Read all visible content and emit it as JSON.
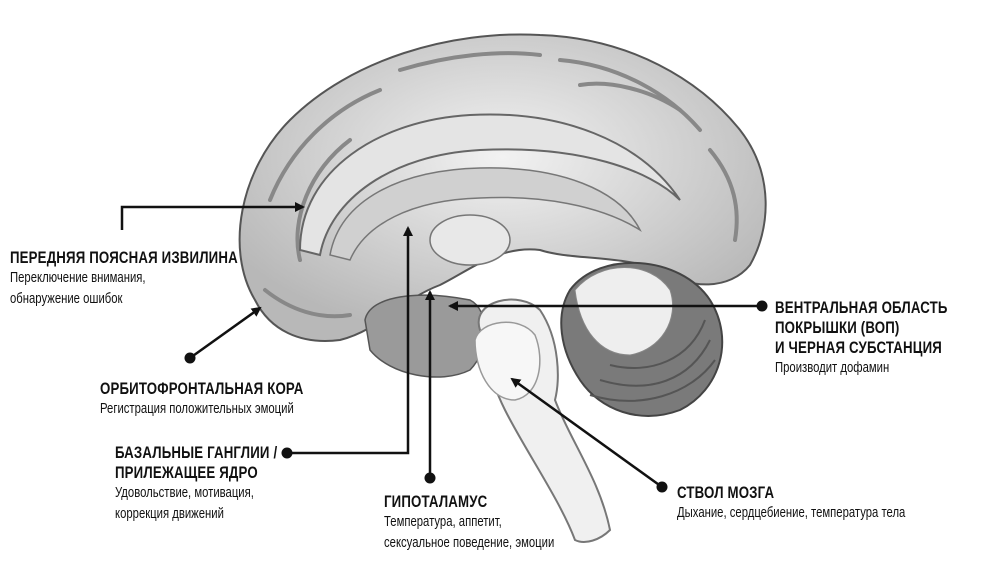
{
  "labels": {
    "acc": {
      "title": "ПЕРЕДНЯЯ ПОЯСНАЯ ИЗВИЛИНА",
      "desc": [
        "Переключение внимания,",
        "обнаружение ошибок"
      ]
    },
    "ofc": {
      "title": "ОРБИТОФРОНТАЛЬНАЯ КОРА",
      "desc": [
        "Регистрация положительных эмоций"
      ]
    },
    "bg": {
      "title": [
        "БАЗАЛЬНЫЕ ГАНГЛИИ /",
        "ПРИЛЕЖАЩЕЕ ЯДРО"
      ],
      "desc": [
        "Удовольствие, мотивация,",
        "коррекция движений"
      ]
    },
    "hyp": {
      "title": "ГИПОТАЛАМУС",
      "desc": [
        "Температура, аппетит,",
        "сексуальное поведение, эмоции"
      ]
    },
    "vta": {
      "title": [
        "ВЕНТРАЛЬНАЯ ОБЛАСТЬ",
        "ПОКРЫШКИ (ВОП)",
        "И ЧЕРНАЯ СУБСТАНЦИЯ"
      ],
      "desc": [
        "Производит дофамин"
      ]
    },
    "bs": {
      "title": "СТВОЛ МОЗГА",
      "desc": [
        "Дыхание, сердцебиение, температура тела"
      ]
    }
  }
}
